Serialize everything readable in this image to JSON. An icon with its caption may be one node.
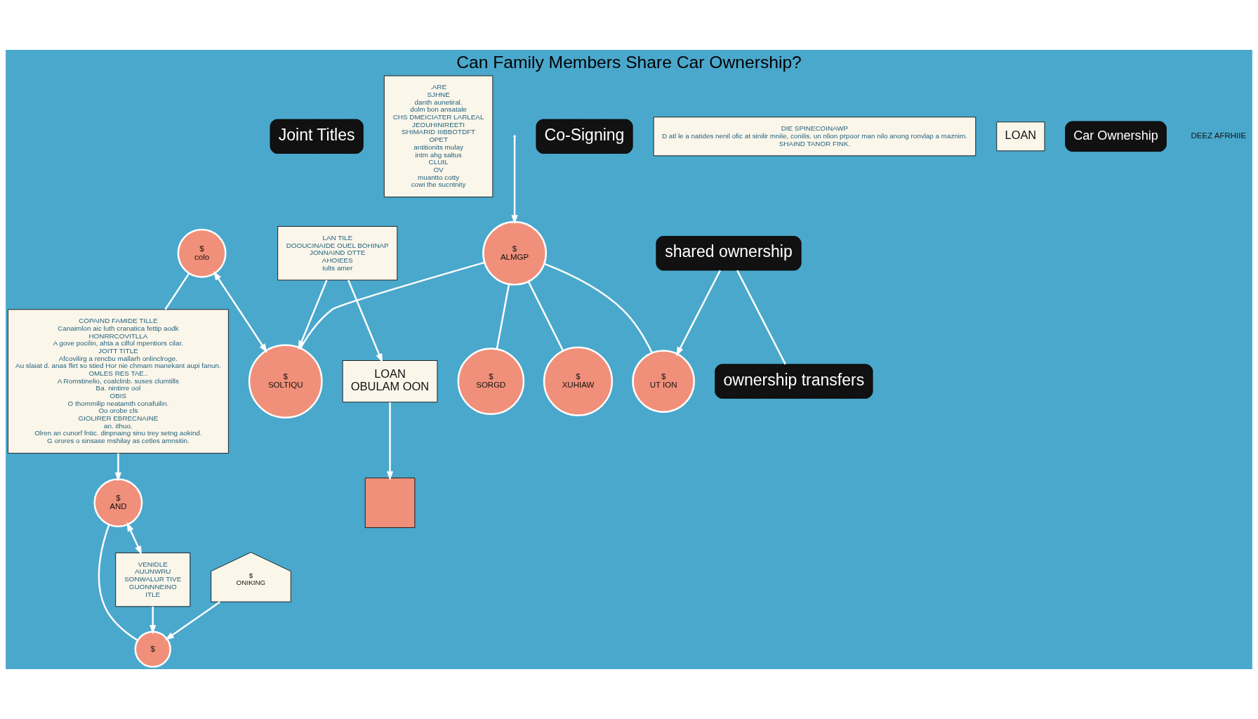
{
  "diagram": {
    "title": "Can Family Members Share Car Ownership?",
    "nodes": [
      {
        "text": [
          "Joint Titles"
        ]
      },
      {
        "text": [
          ".ARE",
          "SJHNE",
          "danth aunetiral.",
          "dolm bon ansatale",
          "CHS DMEICIATER LARLEAL",
          "JEOUHINIREETI",
          "SHIMARID IIIBBOTDFT",
          "OPET",
          "antitionits mulay",
          "intm ahg saltus",
          "CLUIL",
          "OV",
          "muantto cotty",
          "cowi the sucntnity"
        ]
      },
      {
        "text": [
          "VENIDLE",
          "AUUNWRU",
          "SONWALUR TIVE",
          "GUONNNEINO",
          "ITLE"
        ]
      },
      {
        "text": [
          "$",
          "AND"
        ]
      },
      {
        "text": [
          "$"
        ]
      },
      {
        "text": [
          "$",
          "colo"
        ]
      },
      {
        "text": [
          "Co-Signing"
        ]
      },
      {
        "text": [
          "COPAIND FAMIDE TILLE",
          "Canaimlon aic luth cranatica fettip aodk",
          "HONRRCOVITLLA",
          "A gove pocilin, ahta a cilfol mpentiors cilar.",
          "JOITT TITLE",
          "Afcovilirg a rencbu mallarh onlinclroge.",
          "Au slaiat d. anas flirt so stied Hor nie chmam manekant aupi fanun.",
          "OMLES RES TAE..",
          "A Romstinelio, coalclinb. suses clumtills",
          "Ba. nintirre ool",
          "OBIS",
          "O thommilip neatamth conafuilin.",
          "Oo orobe cls",
          "GIOLIRER EBRECNAINE",
          "an. ithuo.",
          "Olren an cunorf fntic. dinpnaing sinu trey setng aokind.",
          "G orores o sinsase mshilay as cetles amnsitin."
        ]
      },
      {
        "text": [
          "shared ownership"
        ]
      },
      {
        "text": [
          "ownership transfers"
        ]
      },
      {
        "text": [
          "$",
          "ONIKING"
        ]
      },
      {
        "text": [
          "$",
          "UT ION"
        ]
      },
      {
        "text": [
          "$",
          "SOLTIQU"
        ]
      },
      {
        "text": [
          "$",
          "ALMGP"
        ]
      },
      {
        "text": [
          "$",
          "SORGD"
        ]
      },
      {
        "text": [
          "$",
          "XUHIAW"
        ]
      },
      {
        "text": [
          "LAN TILE",
          "DOOUCINAIDE OUEL BOHINAP",
          "JONNAIND OTTE",
          "AHOIEES",
          "Iults amer"
        ]
      },
      {
        "text": [
          "DIE SPINECOINAWP",
          "D atl le a natides nenil ofic at sinilir mnile, conilis. un nlion prpoor man nilo anong ronvlap a maznim.",
          "SHAIND TANOR FINK."
        ]
      },
      {
        "text": [
          "LOAN"
        ]
      },
      {
        "text": [
          "LOAN",
          "OBULAM OON"
        ]
      },
      {
        "text": [],
        "shape": "box"
      },
      {
        "text": [
          "Car Ownership"
        ]
      }
    ],
    "edges": [
      {
        "from": 3,
        "to": 2,
        "arrow": "both"
      },
      {
        "from": 7,
        "to": 3,
        "arrow": "to"
      },
      {
        "from": 2,
        "to": 4,
        "arrow": "to"
      },
      {
        "from": 3,
        "to": 4,
        "arrow": "none"
      },
      {
        "from": 5,
        "to": 7,
        "arrow": "none"
      },
      {
        "from": 10,
        "to": 4,
        "arrow": "to"
      },
      {
        "from": 5,
        "to": 12,
        "arrow": "both"
      },
      {
        "from": 13,
        "to": 11,
        "arrow": "none"
      },
      {
        "from": 13,
        "to": 12,
        "arrow": "none"
      },
      {
        "from": 13,
        "to": 14,
        "arrow": "none"
      },
      {
        "from": 13,
        "to": 15,
        "arrow": "none"
      },
      {
        "from": 8,
        "to": 11,
        "arrow": "to"
      },
      {
        "from": 16,
        "to": 12,
        "arrow": "to"
      },
      {
        "from": null,
        "to": 13,
        "arrow": "to"
      },
      {
        "from": 16,
        "to": 19,
        "arrow": "to"
      },
      {
        "from": 19,
        "to": 20,
        "arrow": "to"
      },
      {
        "from": 8,
        "to": 9,
        "arrow": "none"
      }
    ],
    "labels": [
      "DEEZ AFRHIIE"
    ]
  }
}
